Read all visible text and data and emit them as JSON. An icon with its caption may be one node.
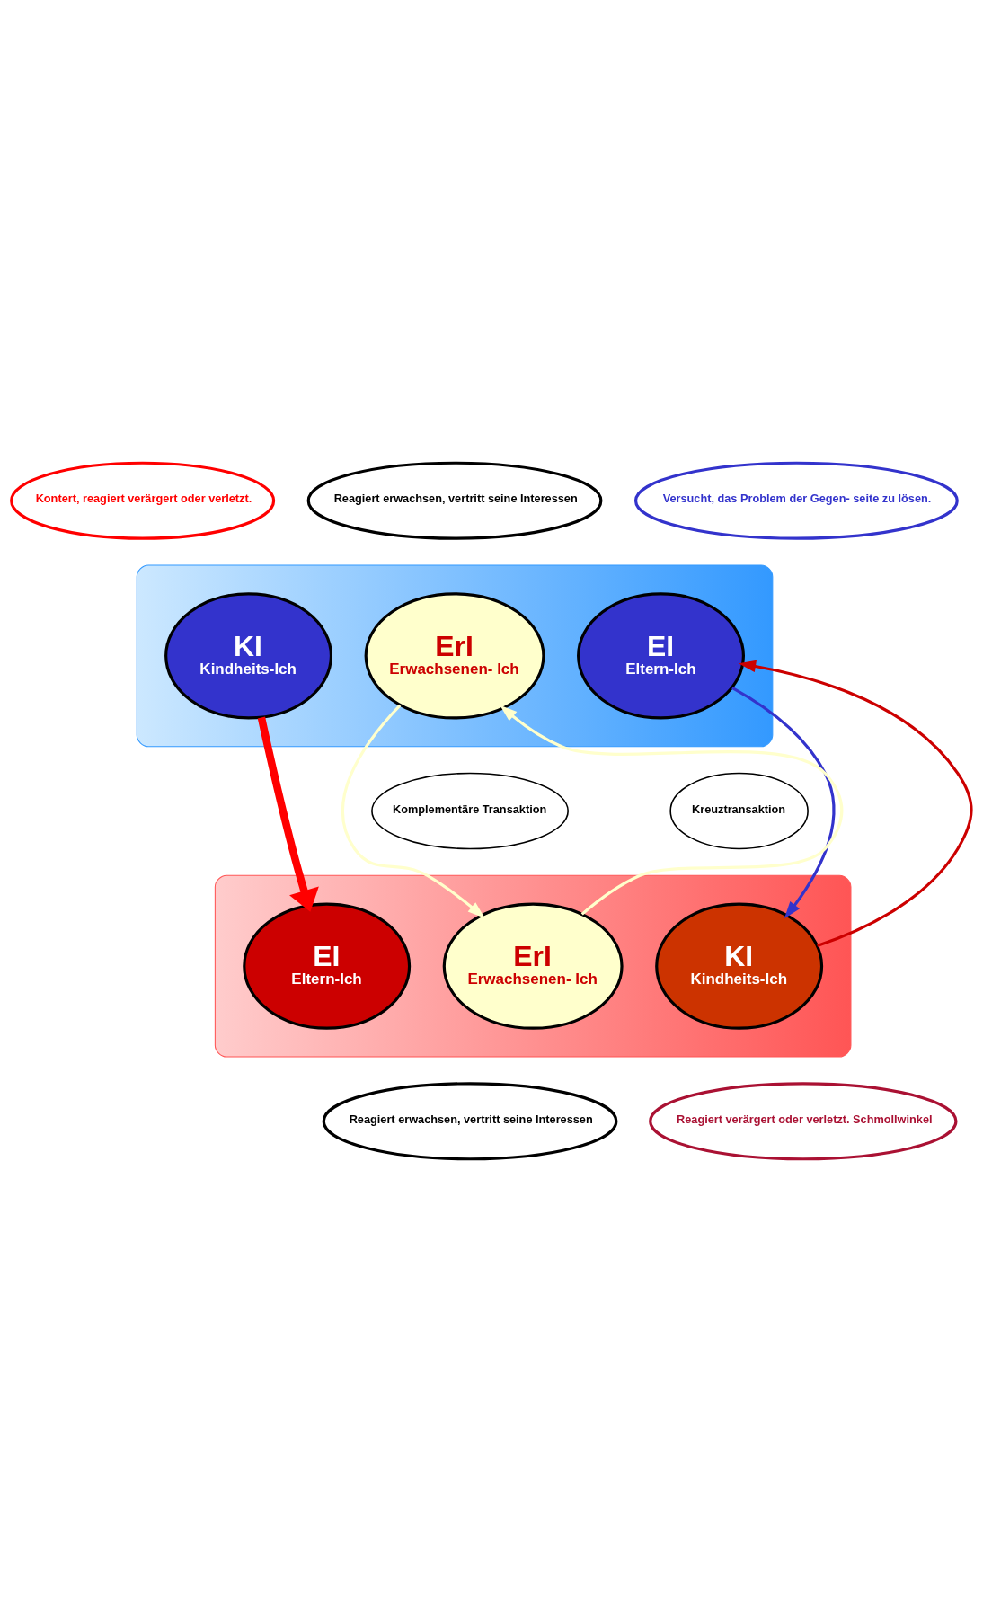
{
  "diagram": {
    "nodes": [
      {
        "text": [],
        "shape": "ellipse"
      },
      {
        "text": [
          "EI",
          "Eltern-Ich"
        ],
        "in": 0
      },
      {
        "text": [
          "ErI",
          "Erwachsenen- Ich"
        ],
        "in": 0
      },
      {
        "text": [
          "KI",
          "Kindheits-Ich"
        ],
        "in": 0
      },
      {
        "text": [],
        "shape": "ellipse"
      },
      {
        "text": [
          "EI",
          "Eltern-Ich"
        ],
        "in": 4
      },
      {
        "text": [
          "ErI",
          "Erwachsenen- Ich"
        ],
        "in": 4
      },
      {
        "text": [
          "KI",
          "Kindheits-Ich"
        ],
        "in": 4
      },
      {
        "text": [
          "Versucht, das Problem der Gegen- seite zu lösen."
        ]
      },
      {
        "text": [
          "Reagiert erwachsen, vertritt seine Interessen"
        ]
      },
      {
        "text": [
          "Kontert, reagiert verärgert oder verletzt."
        ]
      },
      {
        "text": [
          "Komplementäre Transaktion"
        ]
      },
      {
        "text": [
          "Kreuztransaktion"
        ]
      },
      {
        "text": [
          "Reagiert erwachsen, vertritt seine Interessen"
        ]
      },
      {
        "text": [
          "Reagiert verärgert oder verletzt. Schmollwinkel"
        ]
      }
    ],
    "edges": [
      {
        "from": 1,
        "to": 7,
        "arrow": "to",
        "color": "#3333cc"
      },
      {
        "from": 7,
        "to": 1,
        "arrow": "to",
        "color": "#cc0000"
      },
      {
        "from": 3,
        "to": 5,
        "arrow": "to",
        "style": "thick",
        "color": "#ff0000"
      },
      {
        "from": 6,
        "to": 2,
        "arrow": "to",
        "color": "#ffffcc"
      },
      {
        "from": 2,
        "to": 6,
        "arrow": "to",
        "color": "#ffffcc"
      }
    ]
  }
}
